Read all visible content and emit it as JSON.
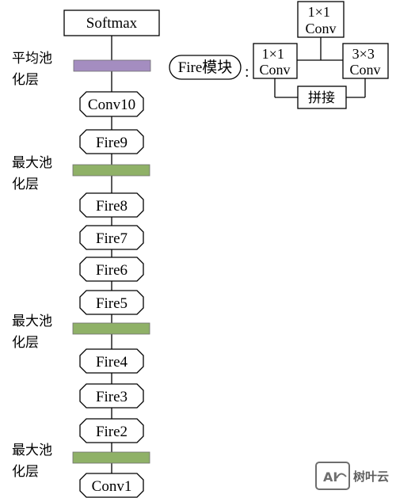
{
  "main_column": {
    "softmax": "Softmax",
    "conv10": "Conv10",
    "fire9": "Fire9",
    "fire8": "Fire8",
    "fire7": "Fire7",
    "fire6": "Fire6",
    "fire5": "Fire5",
    "fire4": "Fire4",
    "fire3": "Fire3",
    "fire2": "Fire2",
    "conv1": "Conv1"
  },
  "pool_labels": {
    "avg": [
      "平均池",
      "化层"
    ],
    "max_top": [
      "最大池",
      "化层"
    ],
    "max_mid": [
      "最大池",
      "化层"
    ],
    "max_bottom": [
      "最大池",
      "化层"
    ]
  },
  "colors": {
    "avg_pool": "#a48dc0",
    "max_pool": "#8fb167"
  },
  "legend": {
    "title": "Fire模块",
    "colon": ":",
    "top_box": [
      "1×1",
      "Conv"
    ],
    "left_box": [
      "1×1",
      "Conv"
    ],
    "right_box": [
      "3×3",
      "Conv"
    ],
    "concat": "拼接"
  },
  "watermark": {
    "brand": "树叶云",
    "logo_text": "AI"
  }
}
